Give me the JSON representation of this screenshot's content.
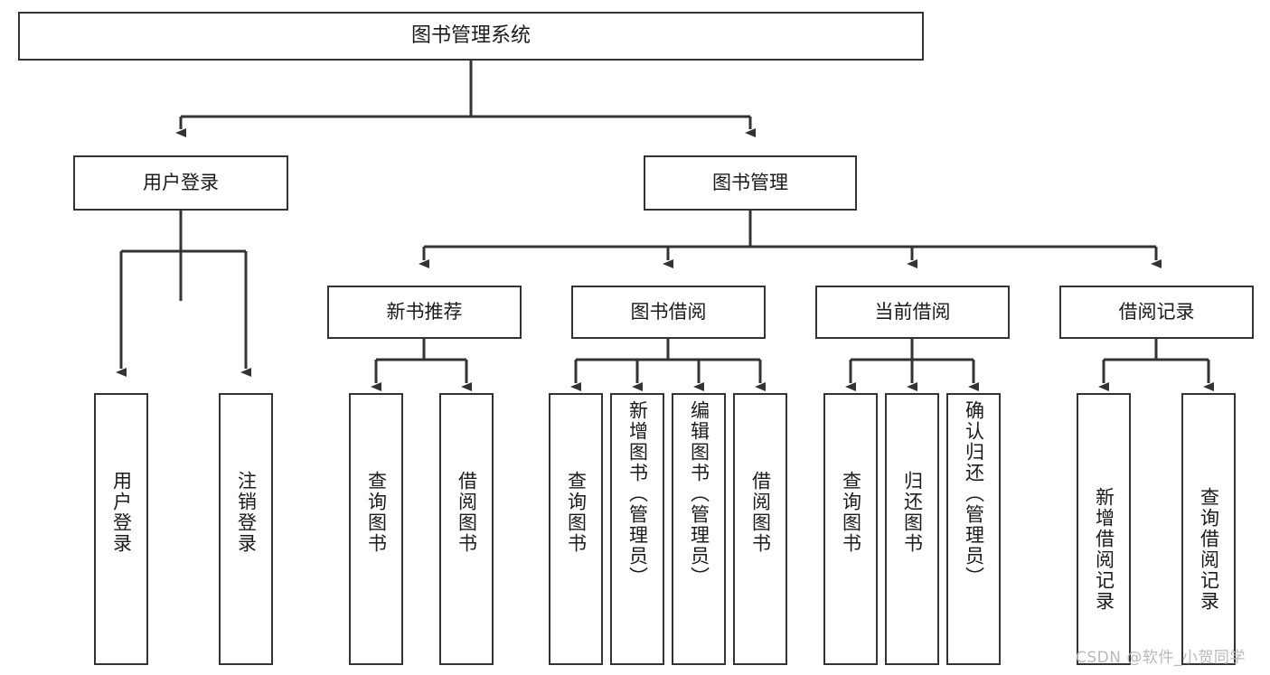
{
  "diagram": {
    "title": "图书管理系统",
    "watermark": "CSDN @软件_小贺同学",
    "stroke_color": "#333333",
    "background_color": "#ffffff",
    "root": {
      "label": "图书管理系统"
    },
    "level2": [
      {
        "label": "用户登录"
      },
      {
        "label": "图书管理"
      }
    ],
    "level3": [
      {
        "label": "新书推荐"
      },
      {
        "label": "图书借阅"
      },
      {
        "label": "当前借阅"
      },
      {
        "label": "借阅记录"
      }
    ],
    "leaves": {
      "user_login": [
        {
          "label": "用户登录"
        },
        {
          "label": "注销登录"
        }
      ],
      "new_book_rec": [
        {
          "label": "查询图书"
        },
        {
          "label": "借阅图书"
        }
      ],
      "book_borrow": [
        {
          "label": "查询图书"
        },
        {
          "label": "新增图书（管理员）"
        },
        {
          "label": "编辑图书（管理员）"
        },
        {
          "label": "借阅图书"
        }
      ],
      "current_borrow": [
        {
          "label": "查询图书"
        },
        {
          "label": "归还图书"
        },
        {
          "label": "确认归还（管理员）"
        }
      ],
      "borrow_record": [
        {
          "label": "新增借阅记录"
        },
        {
          "label": "查询借阅记录"
        }
      ]
    }
  }
}
